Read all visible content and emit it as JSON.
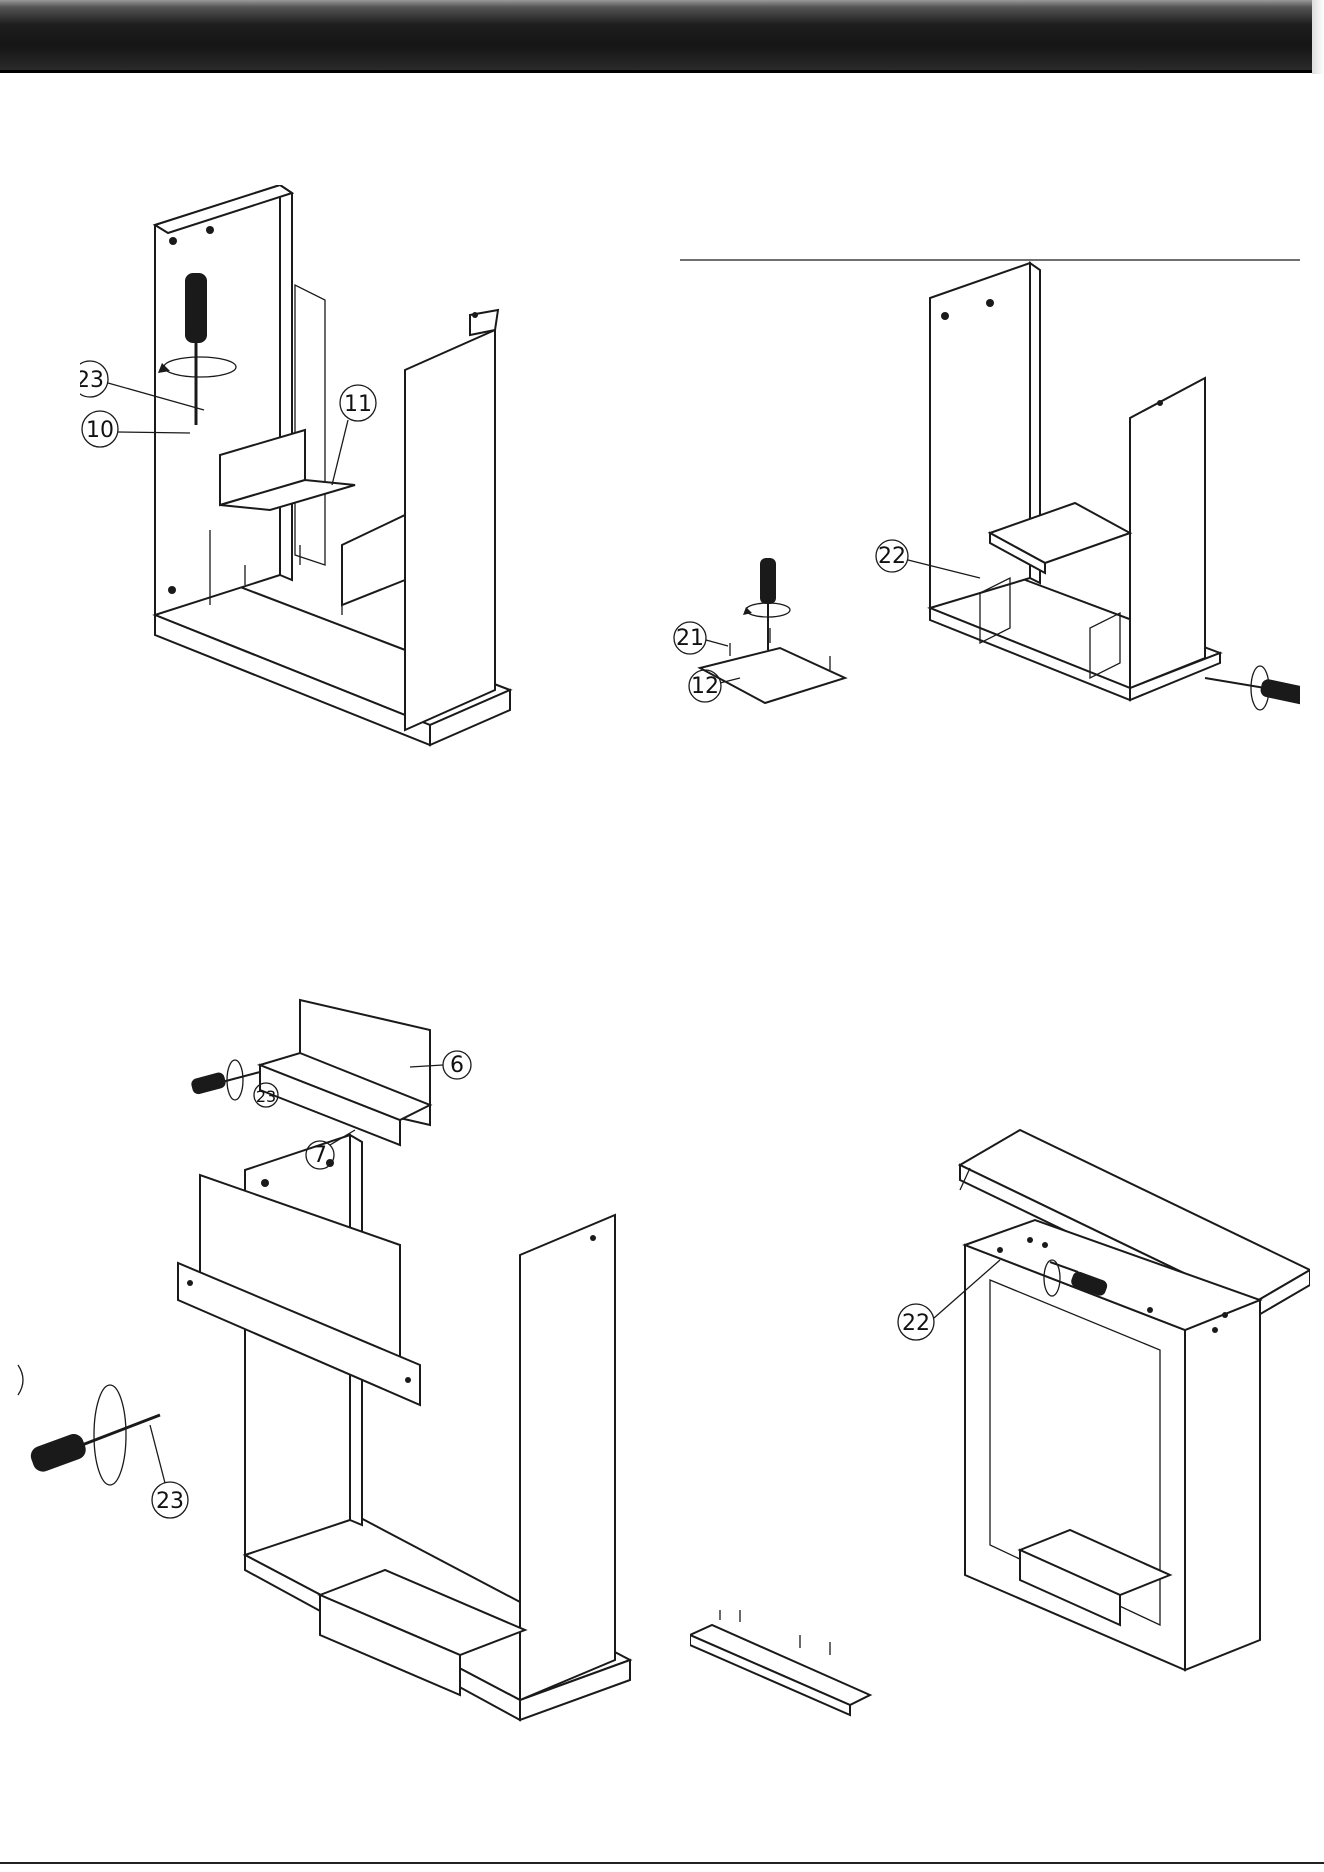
{
  "header": {
    "title": ""
  },
  "steps": [
    {
      "id": "step-a",
      "parts": [
        {
          "ref": "23",
          "label": "23"
        },
        {
          "ref": "10",
          "label": "10"
        },
        {
          "ref": "11",
          "label": "11"
        }
      ]
    },
    {
      "id": "step-b",
      "parts": [
        {
          "ref": "22",
          "label": "22"
        },
        {
          "ref": "21",
          "label": "21"
        },
        {
          "ref": "12",
          "label": "12"
        }
      ]
    },
    {
      "id": "step-c",
      "parts": [
        {
          "ref": "6",
          "label": "6"
        },
        {
          "ref": "23",
          "label": "23"
        },
        {
          "ref": "7",
          "label": "7"
        },
        {
          "ref": "23",
          "label": "23"
        }
      ]
    },
    {
      "id": "step-d",
      "parts": [
        {
          "ref": "22",
          "label": "22"
        }
      ]
    }
  ],
  "icons": {
    "screwdriver": "screwdriver-icon",
    "rotation": "rotation-arrow-icon"
  }
}
